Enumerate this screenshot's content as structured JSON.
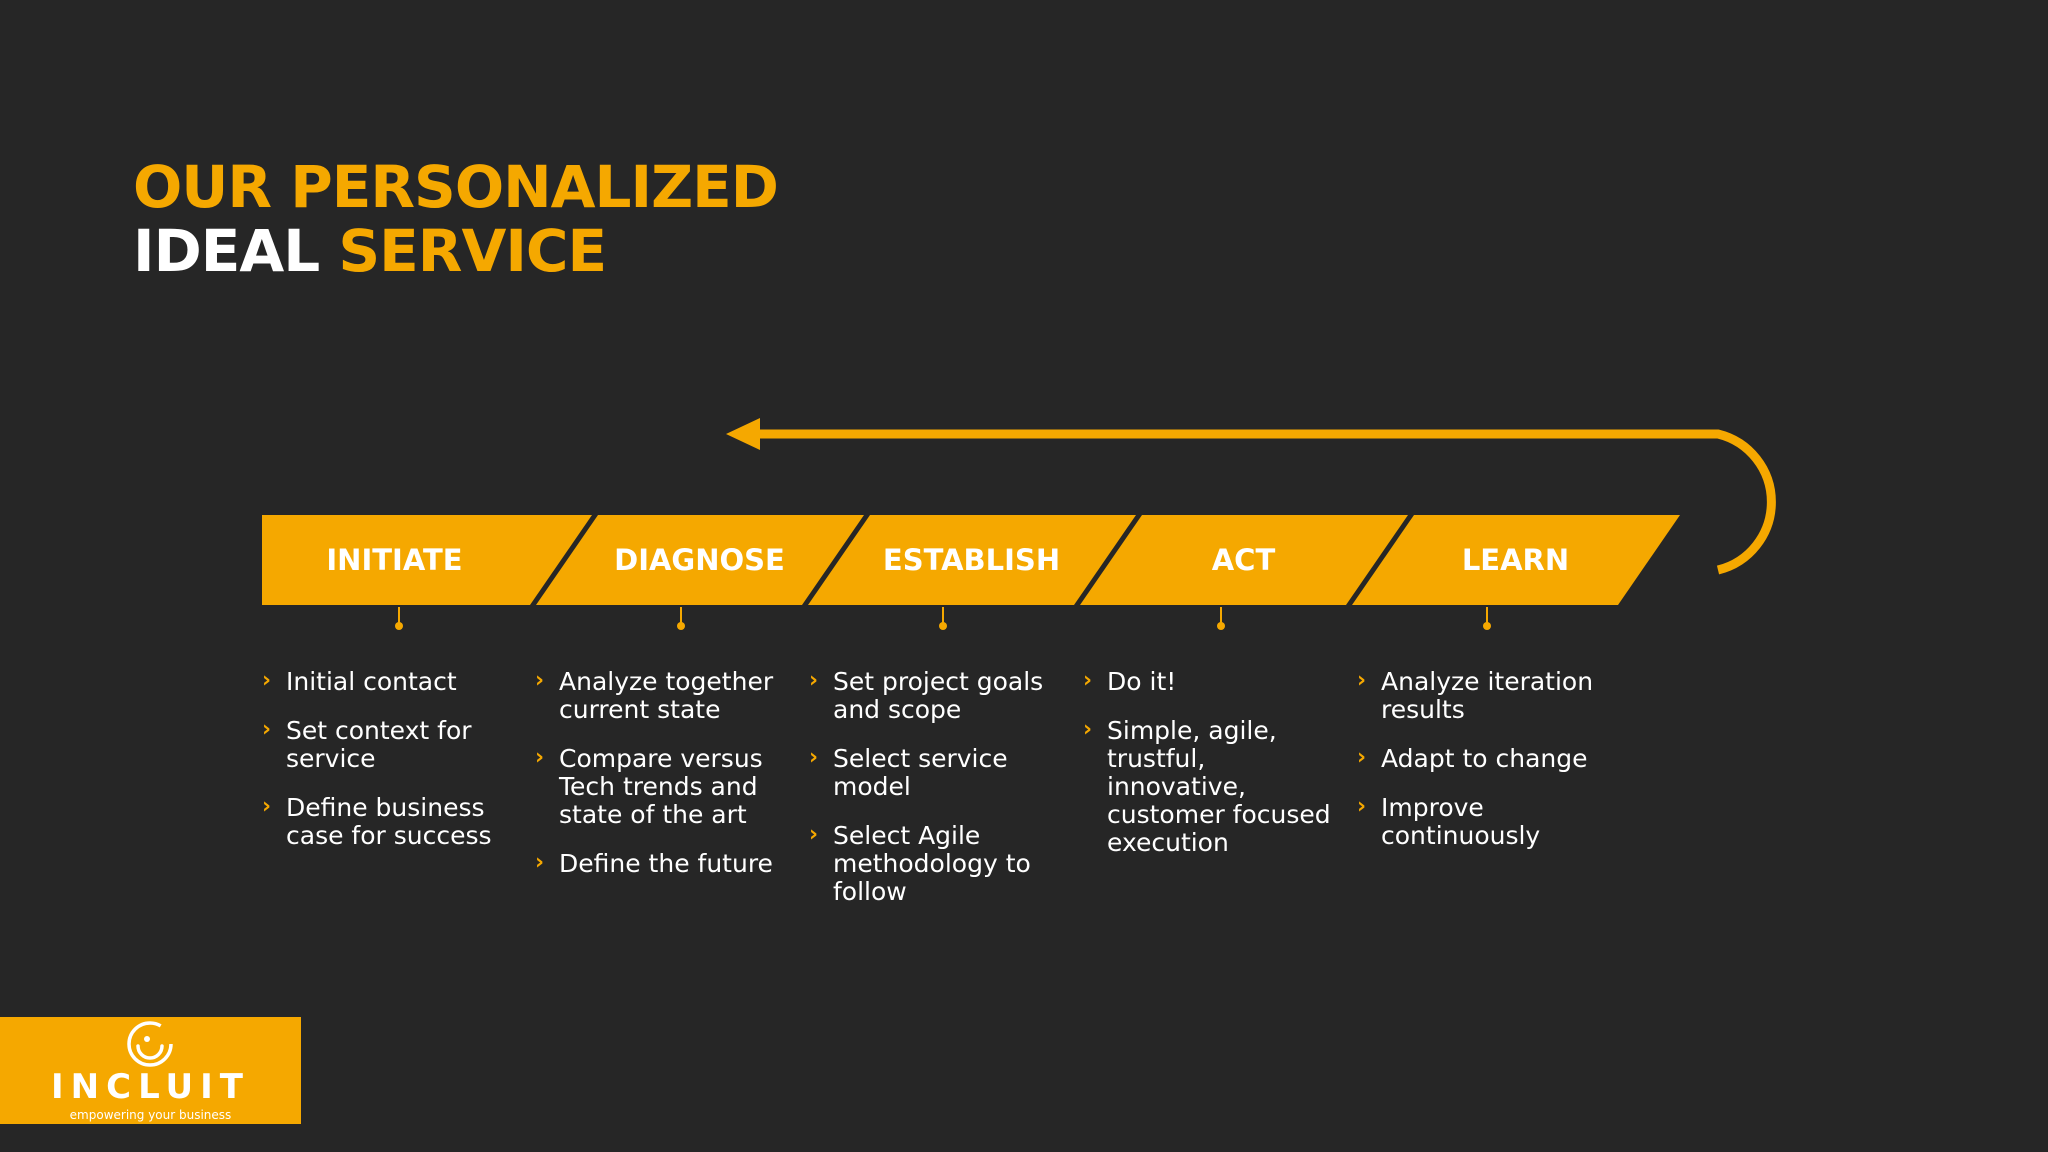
{
  "title": {
    "line1": "OUR PERSONALIZED",
    "line2_white": "IDEAL",
    "line2_yellow": "SERVICE"
  },
  "colors": {
    "accent": "#F5A800",
    "background": "#262626",
    "text": "#FFFFFF"
  },
  "stages": [
    {
      "label": "INITIATE",
      "items": [
        "Initial contact",
        "Set context for service",
        "Define business case for success"
      ]
    },
    {
      "label": "DIAGNOSE",
      "items": [
        "Analyze together current state",
        "Compare versus Tech trends and state of the art",
        "Define the future"
      ]
    },
    {
      "label": "ESTABLISH",
      "items": [
        "Set project goals and scope",
        "Select service model",
        "Select Agile methodology to follow"
      ]
    },
    {
      "label": "ACT",
      "items": [
        "Do it!",
        "Simple, agile, trustful, innovative, customer focused execution"
      ]
    },
    {
      "label": "LEARN",
      "items": [
        "Analyze iteration results",
        "Adapt to change",
        "Improve continuously"
      ]
    }
  ],
  "bullet_icon": "chevron-right-icon",
  "logo": {
    "name": "INCLUIT",
    "tagline": "empowering your business"
  }
}
